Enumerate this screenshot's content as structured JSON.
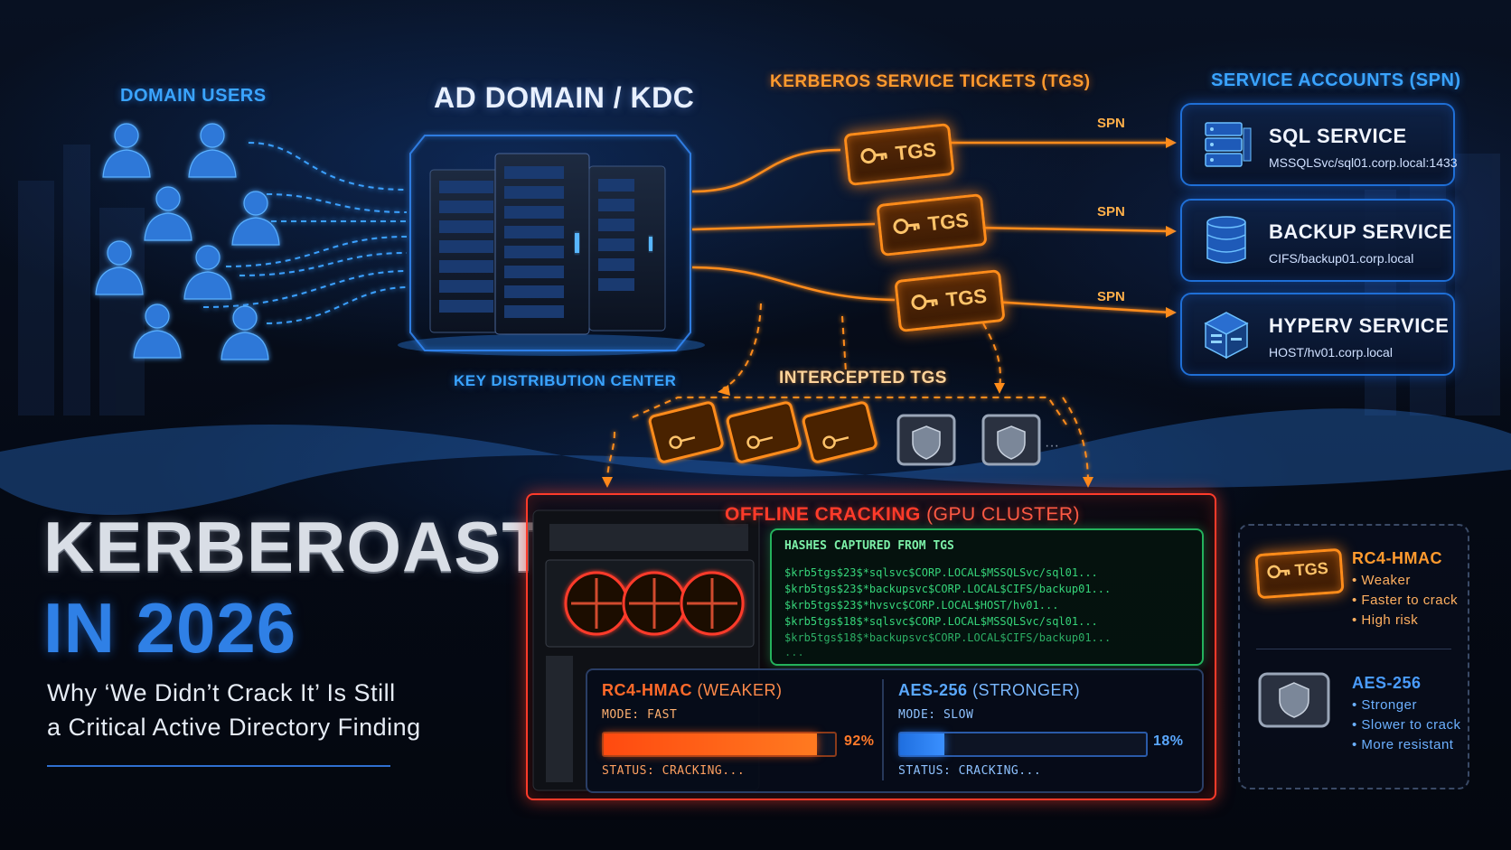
{
  "header": {
    "domain_users": "DOMAIN USERS",
    "kdc_title": "AD DOMAIN / KDC",
    "kdc_caption": "KEY DISTRIBUTION CENTER",
    "tickets_title": "KERBEROS SERVICE TICKETS (TGS)",
    "service_accounts_title": "SERVICE ACCOUNTS (SPN)"
  },
  "tickets": {
    "label": "TGS",
    "spn_label": "SPN",
    "intercepted_title": "INTERCEPTED TGS"
  },
  "services": [
    {
      "title": "SQL SERVICE",
      "spn": "MSSQLSvc/sql01.corp.local:1433",
      "icon": "server-rack-icon"
    },
    {
      "title": "BACKUP SERVICE",
      "spn": "CIFS/backup01.corp.local",
      "icon": "database-icon"
    },
    {
      "title": "HYPERV SERVICE",
      "spn": "HOST/hv01.corp.local",
      "icon": "hypervisor-cube-icon"
    }
  ],
  "main_title": {
    "line1": "KERBEROASTING",
    "line2": "IN 2026",
    "subtitle1": "Why ‘We Didn’t Crack It’ Is Still",
    "subtitle2": "a Critical Active Directory Finding"
  },
  "cracking": {
    "title_main": "OFFLINE CRACKING",
    "title_paren": "(GPU CLUSTER)",
    "hash_header": "HASHES CAPTURED FROM TGS",
    "hashes": [
      "$krb5tgs$23$*sqlsvc$CORP.LOCAL$MSSQLSvc/sql01...",
      "$krb5tgs$23$*backupsvc$CORP.LOCAL$CIFS/backup01...",
      "$krb5tgs$23$*hvsvc$CORP.LOCAL$HOST/hv01...",
      "$krb5tgs$18$*sqlsvc$CORP.LOCAL$MSSQLSvc/sql01...",
      "$krb5tgs$18$*backupsvc$CORP.LOCAL$CIFS/backup01...",
      "..."
    ],
    "rc4": {
      "name": "RC4-HMAC",
      "paren": "(WEAKER)",
      "mode": "MODE: FAST",
      "progress": 92,
      "progress_label": "92%",
      "status": "STATUS: CRACKING..."
    },
    "aes": {
      "name": "AES-256",
      "paren": "(STRONGER)",
      "mode": "MODE: SLOW",
      "progress": 18,
      "progress_label": "18%",
      "status": "STATUS: CRACKING..."
    }
  },
  "legend": {
    "rc4_title": "RC4-HMAC",
    "rc4_points": [
      "Weaker",
      "Faster to crack",
      "High risk"
    ],
    "aes_title": "AES-256",
    "aes_points": [
      "Stronger",
      "Slower to crack",
      "More resistant"
    ]
  },
  "colors": {
    "orange": "#ff8c1a",
    "blue": "#2f8cff",
    "red": "#ff3b2a",
    "green": "#36d57a"
  }
}
